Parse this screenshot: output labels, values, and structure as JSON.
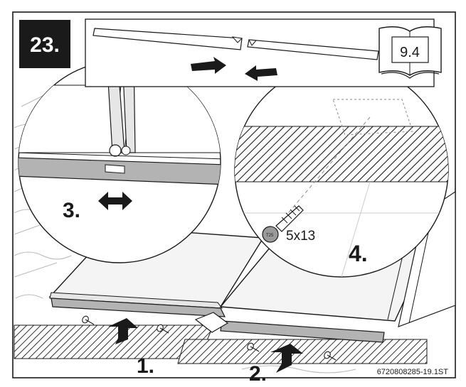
{
  "figure_number": "23.",
  "manual_reference": "9.4",
  "steps": [
    {
      "label": "1."
    },
    {
      "label": "2."
    },
    {
      "label": "3."
    },
    {
      "label": "4."
    }
  ],
  "screw_size": "5x13",
  "screw_head_mark": "T25",
  "part_code": "6720808285-19.1ST",
  "colors": {
    "ink": "#1a1a1a",
    "rail_gray": "#b3b3b3",
    "panel_frame": "#e6e6e6",
    "hatch": "#1a1a1a",
    "dashed": "#8a8a8a"
  },
  "icons": [
    "book-icon",
    "arrow-right-icon",
    "arrow-left-icon",
    "double-arrow-icon",
    "screw-icon",
    "up-arrow-icon"
  ]
}
